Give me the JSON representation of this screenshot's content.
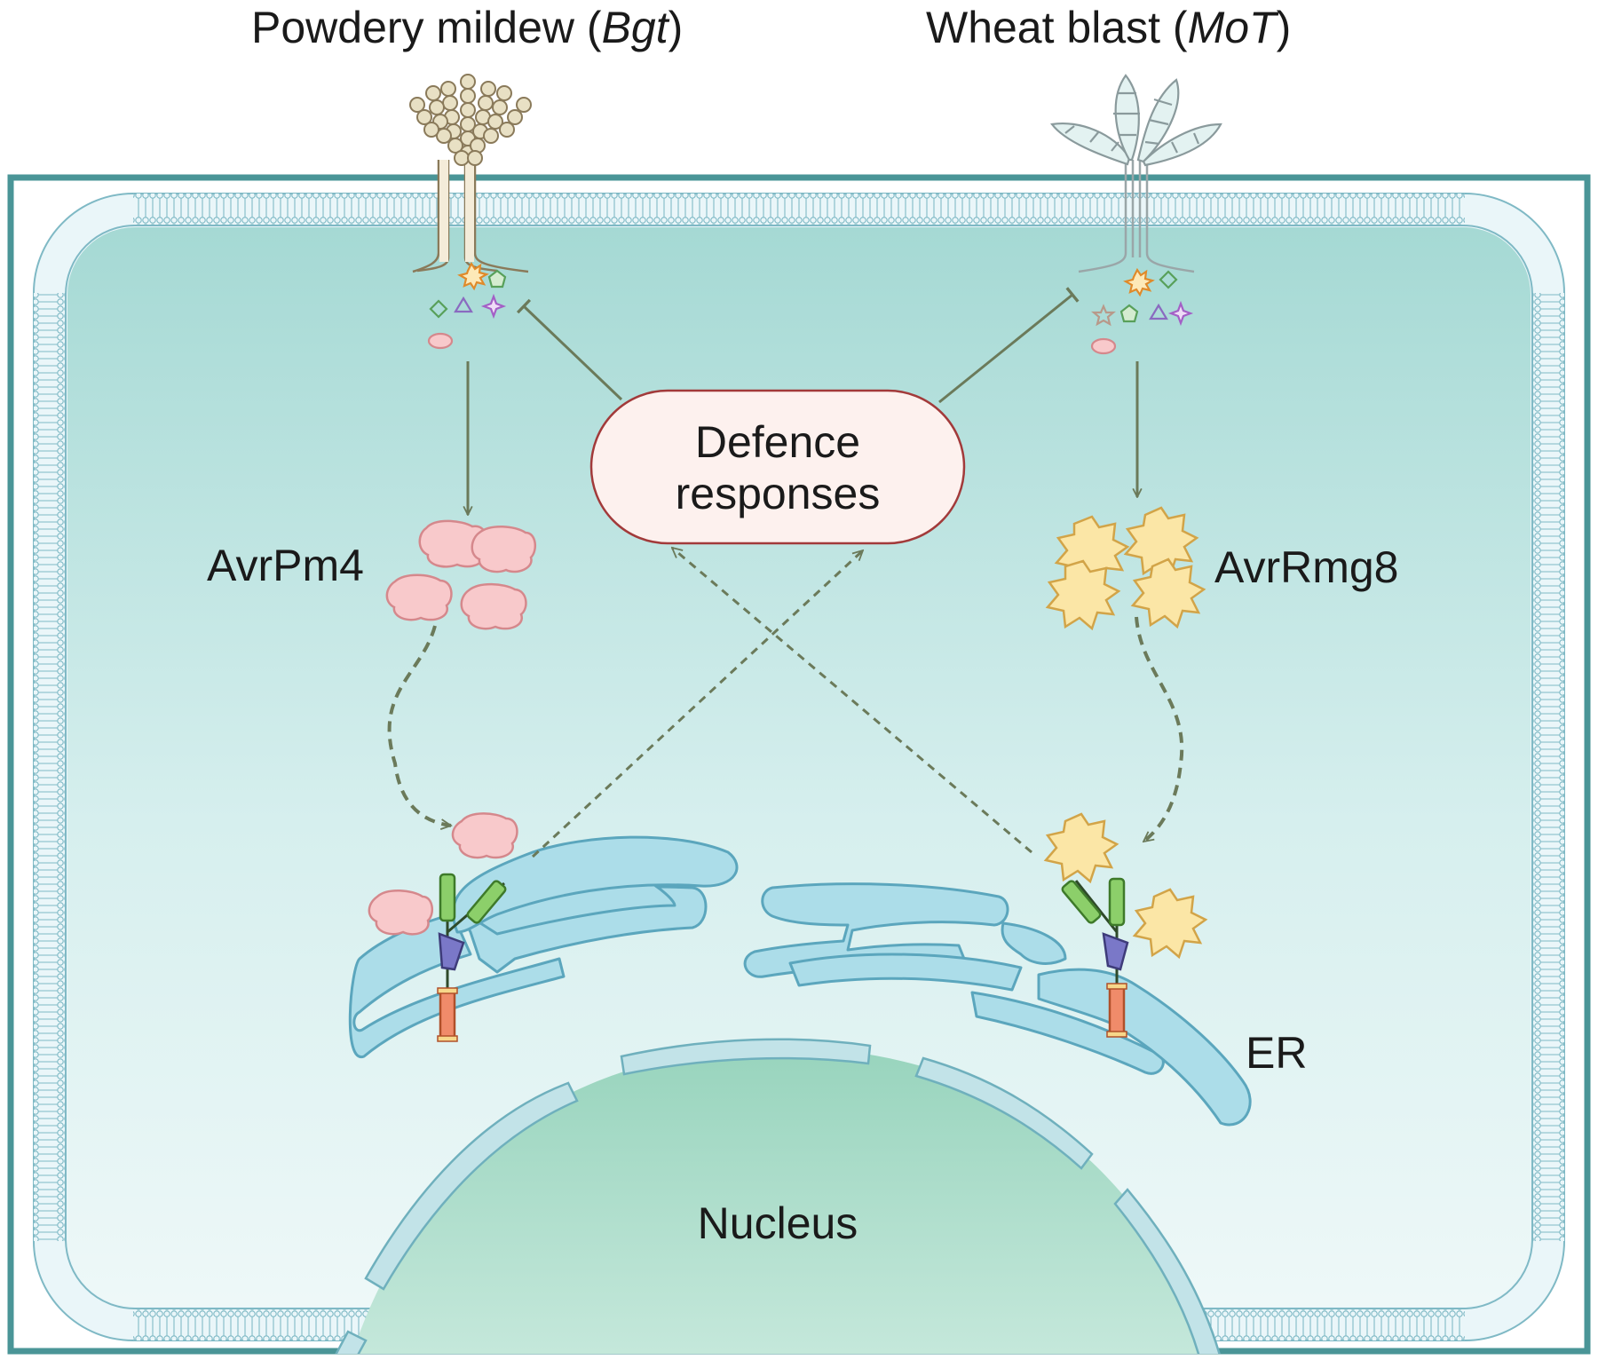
{
  "titles": {
    "left": {
      "name": "Powdery mildew (",
      "abbr": "Bgt",
      "close": ")"
    },
    "right": {
      "name": "Wheat blast (",
      "abbr": "MoT",
      "close": ")"
    }
  },
  "labels": {
    "defence_line1": "Defence",
    "defence_line2": "responses",
    "avr_left": "AvrPm4",
    "avr_right": "AvrRmg8",
    "er": "ER",
    "nucleus": "Nucleus"
  },
  "colors": {
    "cell_border": "#4a9597",
    "membrane": "#7fb9c5",
    "cytoplasm_top": "#a5d9d4",
    "cytoplasm_bottom": "#eef8f8",
    "er_fill": "#acdde9",
    "er_stroke": "#5ba6bd",
    "nucleus_fill": "#a0d6c0",
    "arrow": "#6b7a5a",
    "defence_fill": "#fdf1ee",
    "defence_stroke": "#a23a3a",
    "avrpm4_fill": "#f8c9cb",
    "avrpm4_stroke": "#d5888c",
    "avrrmg8_fill": "#fbe6a6",
    "avrrmg8_stroke": "#d2a448"
  },
  "icons": [
    "powdery-mildew-conidiophore-icon",
    "wheat-blast-conidia-icon",
    "avrpm4-effector-icon",
    "avrrmg8-effector-icon",
    "receptor-protein-icon"
  ]
}
